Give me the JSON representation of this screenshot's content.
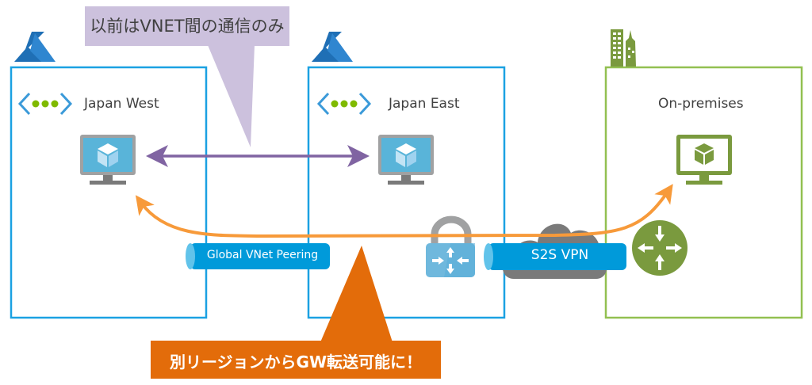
{
  "diagram": {
    "title_callout": {
      "text": "以前はVNET間の通信のみ",
      "fill": "#ccc1dd",
      "text_color": "#404040"
    },
    "highlight_callout": {
      "text": "別リージョンからGW転送可能に！",
      "fill": "#e36c0a",
      "text_color": "#ffffff"
    },
    "regions": [
      {
        "id": "japan-west",
        "label": "Japan West",
        "type": "azure",
        "icon": "azure-logo-icon",
        "vnet_icon": "vnet-icon",
        "vm_icon": "virtual-machine-icon"
      },
      {
        "id": "japan-east",
        "label": "Japan East",
        "type": "azure",
        "icon": "azure-logo-icon",
        "vnet_icon": "vnet-icon",
        "vm_icon": "virtual-machine-icon",
        "gateway_icon": "vpn-gateway-icon"
      },
      {
        "id": "on-premises",
        "label": "On-premises",
        "type": "onprem",
        "icon": "buildings-icon",
        "vm_icon": "server-icon",
        "router_icon": "router-icon"
      }
    ],
    "connections": [
      {
        "id": "global-vnet-peering",
        "label": "Global VNet Peering",
        "style": "pipe"
      },
      {
        "id": "s2s-vpn",
        "label": "S2S VPN",
        "style": "pipe",
        "background_icon": "cloud-icon"
      },
      {
        "id": "vnet-to-vnet",
        "label": "",
        "style": "double-arrow",
        "from": "japan-west",
        "to": "japan-east"
      },
      {
        "id": "gateway-transit",
        "label": "",
        "style": "curved-double-arrow",
        "from": "japan-west",
        "to": "on-premises"
      }
    ],
    "colors": {
      "azure_blue": "#1ba1e2",
      "onprem_green": "#92c051",
      "vm_screen": "#59b4d9",
      "onprem_icon": "#7a9a3e",
      "arrow_purple": "#8064a2",
      "arrow_orange": "#f79a3a",
      "pipe_blue": "#009ada",
      "cloud_gray": "#7a7a7a"
    }
  }
}
